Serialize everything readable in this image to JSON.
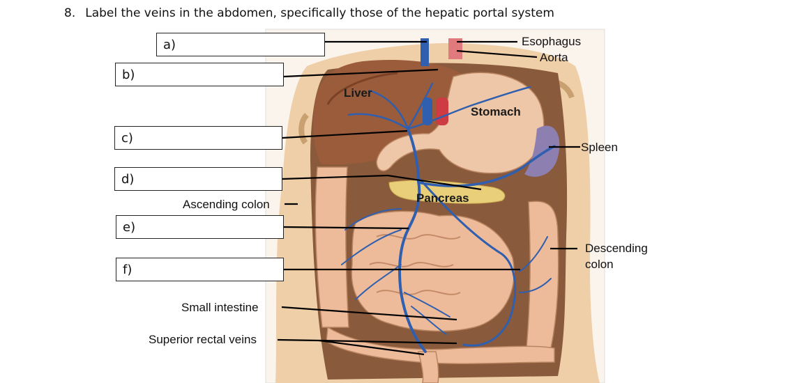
{
  "question": {
    "number": "8.",
    "text": "Label the veins in the abdomen, specifically those of the hepatic portal system"
  },
  "answer_boxes": [
    {
      "id": "a",
      "label": "a)"
    },
    {
      "id": "b",
      "label": "b)"
    },
    {
      "id": "c",
      "label": "c)"
    },
    {
      "id": "d",
      "label": "d)"
    },
    {
      "id": "e",
      "label": "e)"
    },
    {
      "id": "f",
      "label": "f)"
    }
  ],
  "side_labels": {
    "esophagus": "Esophagus",
    "aorta": "Aorta",
    "spleen": "Spleen",
    "ascending_colon": "Ascending colon",
    "descending_colon_1": "Descending",
    "descending_colon_2": "colon",
    "small_intestine": "Small intestine",
    "superior_rectal_veins": "Superior rectal veins"
  },
  "organ_labels": {
    "liver": "Liver",
    "stomach": "Stomach",
    "pancreas": "Pancreas"
  },
  "colors": {
    "vein": "#2f5fae",
    "skin": "#efcfa8",
    "cavity": "#8a5a3c",
    "liver": "#8c5232",
    "stomach": "#eec7a8",
    "pancreas": "#e9cf7a",
    "spleen": "#8d7fb0",
    "intestine": "#eebb9a",
    "aorta": "#cf3b42",
    "leader": "#000000"
  }
}
